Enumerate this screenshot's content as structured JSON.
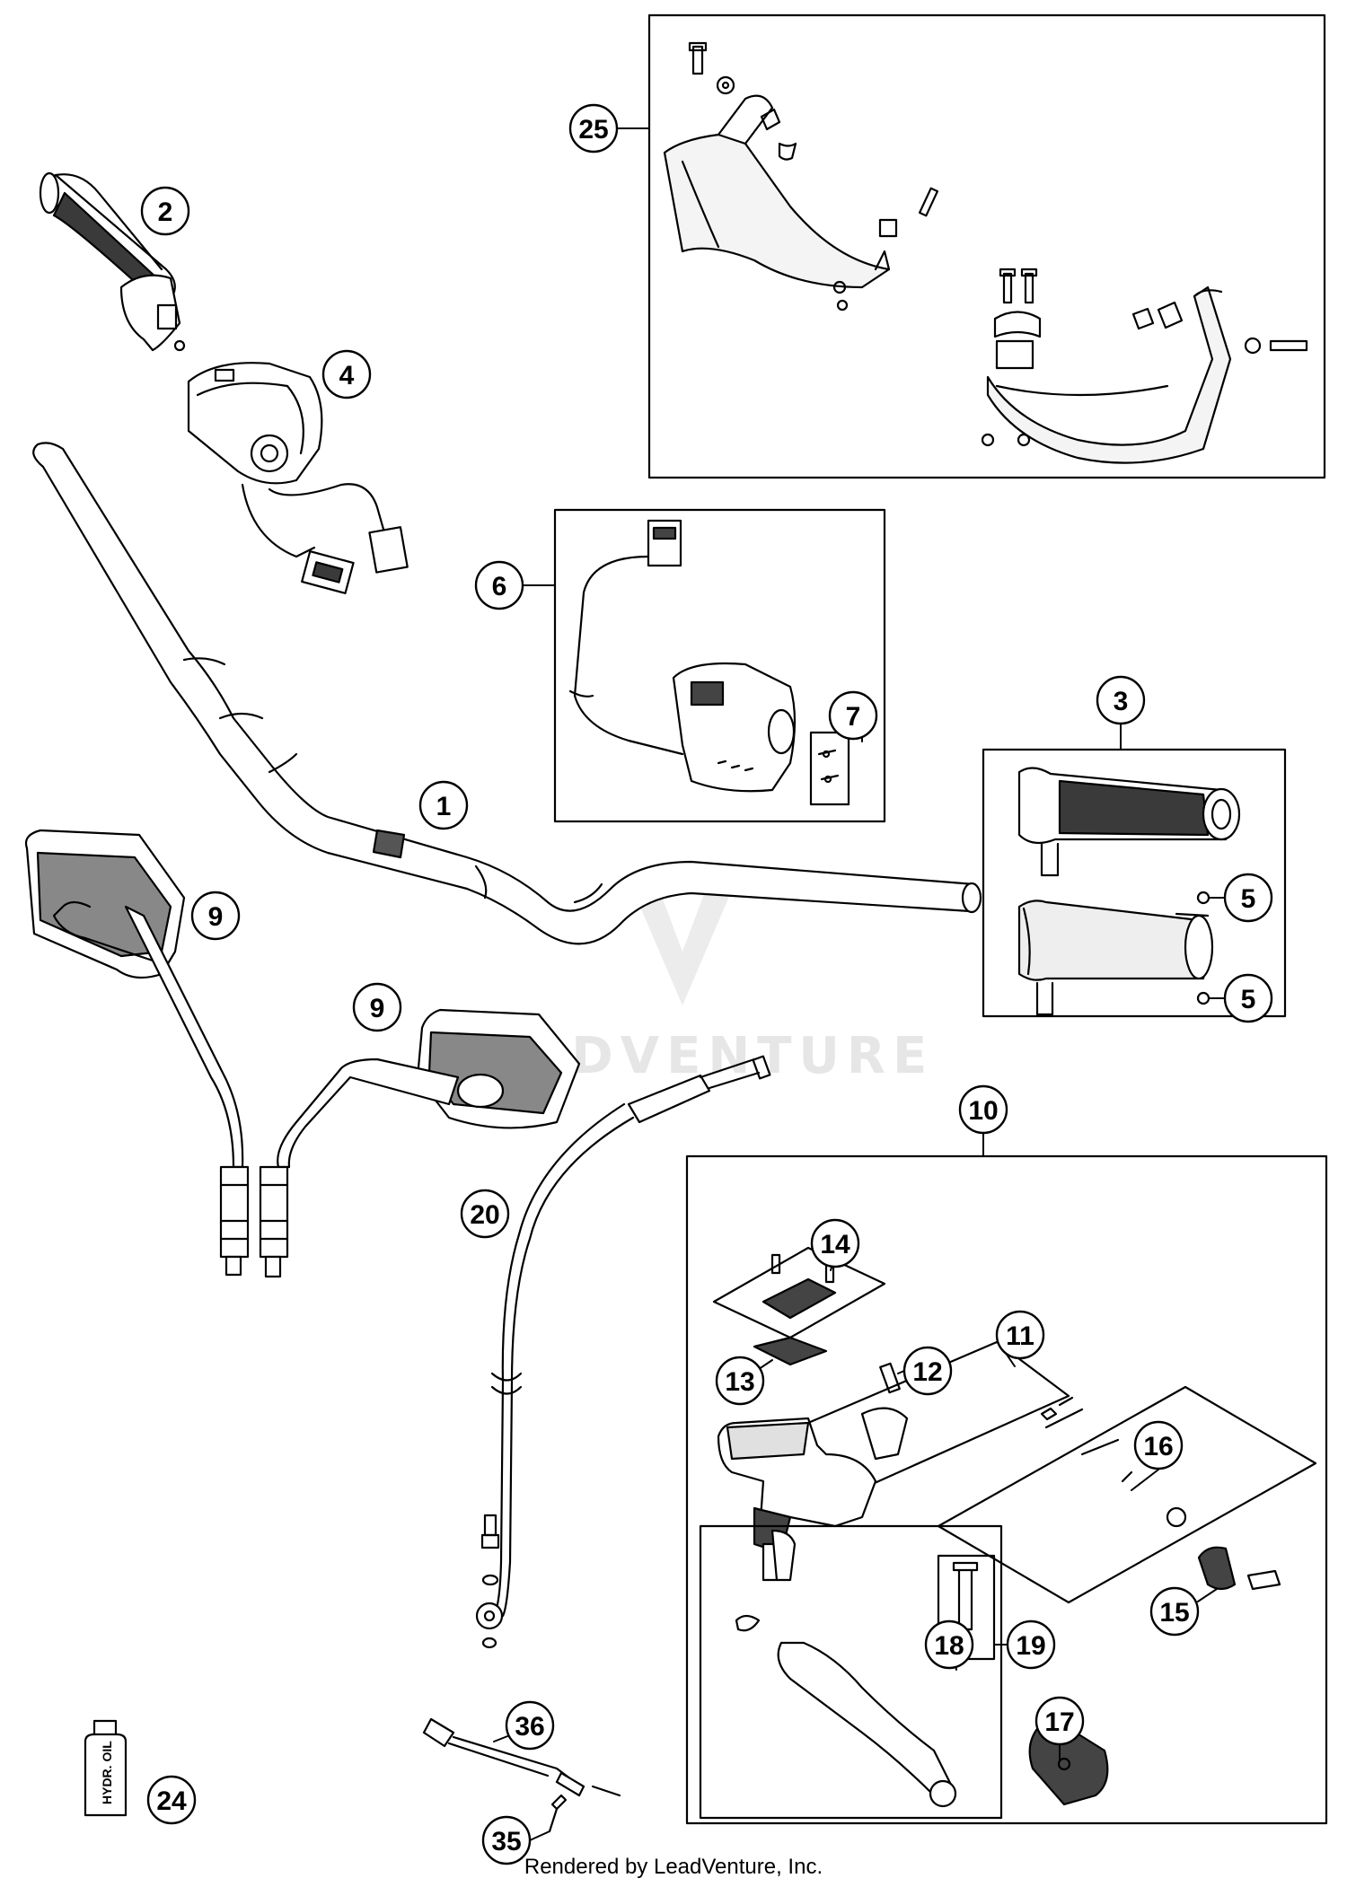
{
  "callouts": {
    "c1": "1",
    "c2": "2",
    "c3": "3",
    "c4": "4",
    "c5a": "5",
    "c5b": "5",
    "c6": "6",
    "c7": "7",
    "c9a": "9",
    "c9b": "9",
    "c10": "10",
    "c11": "11",
    "c12": "12",
    "c13": "13",
    "c14": "14",
    "c15": "15",
    "c16": "16",
    "c17": "17",
    "c18": "18",
    "c19": "19",
    "c20": "20",
    "c24": "24",
    "c25": "25",
    "c35": "35",
    "c36": "36"
  },
  "labels": {
    "oil_bottle": "HYDR. OIL",
    "watermark": "LEADVENTURE"
  },
  "footer": {
    "credit": "Rendered by LeadVenture, Inc."
  },
  "colors": {
    "line": "#000000",
    "rubber": "#3a3a3a",
    "watermark": "#e6e6e6"
  }
}
